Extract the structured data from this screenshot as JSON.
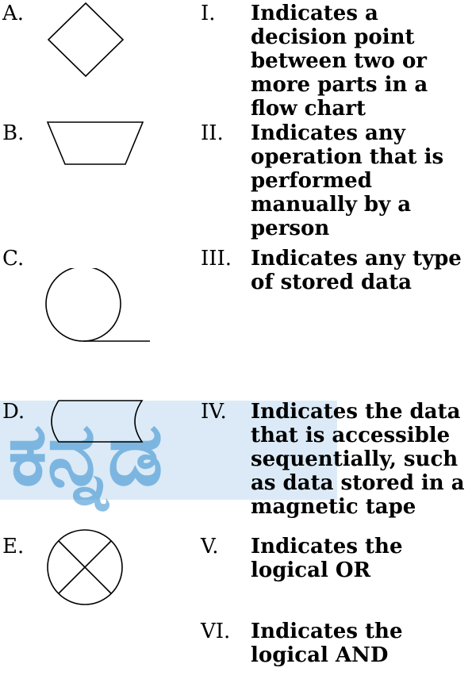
{
  "left_items": [
    {
      "letter": "A.",
      "shape": "diamond-icon"
    },
    {
      "letter": "B.",
      "shape": "trapezoid-icon"
    },
    {
      "letter": "C.",
      "shape": "circle-with-tail-icon"
    },
    {
      "letter": "D.",
      "shape": "curved-rectangle-icon"
    },
    {
      "letter": "E.",
      "shape": "circle-with-cross-icon"
    }
  ],
  "right_items": [
    {
      "numeral": "I.",
      "text": "Indicates a decision point between two or more parts in a flow chart"
    },
    {
      "numeral": "II.",
      "text": "Indicates any operation that is performed manually by a person"
    },
    {
      "numeral": "III.",
      "text": "Indicates any type of stored data"
    },
    {
      "numeral": "IV.",
      "text": "Indicates the data that is accessible sequentially, such as data stored in a magnetic tape"
    },
    {
      "numeral": "V.",
      "text": "Indicates the logical OR"
    },
    {
      "numeral": "VI.",
      "text": "Indicates the logical AND"
    }
  ],
  "watermark": {
    "text": "ಕನ್ನಡ",
    "color": "#2f8ccf"
  }
}
